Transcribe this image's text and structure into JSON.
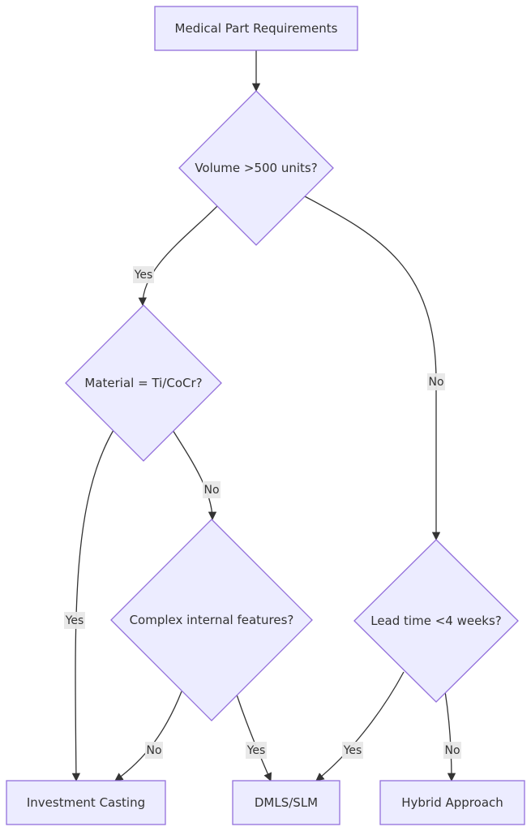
{
  "nodes": {
    "start": "Medical Part Requirements",
    "volume": "Volume >500 units?",
    "material": "Material = Ti/CoCr?",
    "complex": "Complex internal features?",
    "lead": "Lead time <4 weeks?",
    "investment": "Investment Casting",
    "dmls": "DMLS/SLM",
    "hybrid": "Hybrid Approach"
  },
  "edges": {
    "volume_yes": "Yes",
    "volume_no": "No",
    "material_yes": "Yes",
    "material_no": "No",
    "complex_no": "No",
    "complex_yes": "Yes",
    "lead_yes": "Yes",
    "lead_no": "No"
  },
  "colors": {
    "node_fill": "#ECECFF",
    "node_stroke": "#9370DB",
    "edge": "#333333",
    "label_bg": "#e8e8e8",
    "text": "#333333"
  }
}
